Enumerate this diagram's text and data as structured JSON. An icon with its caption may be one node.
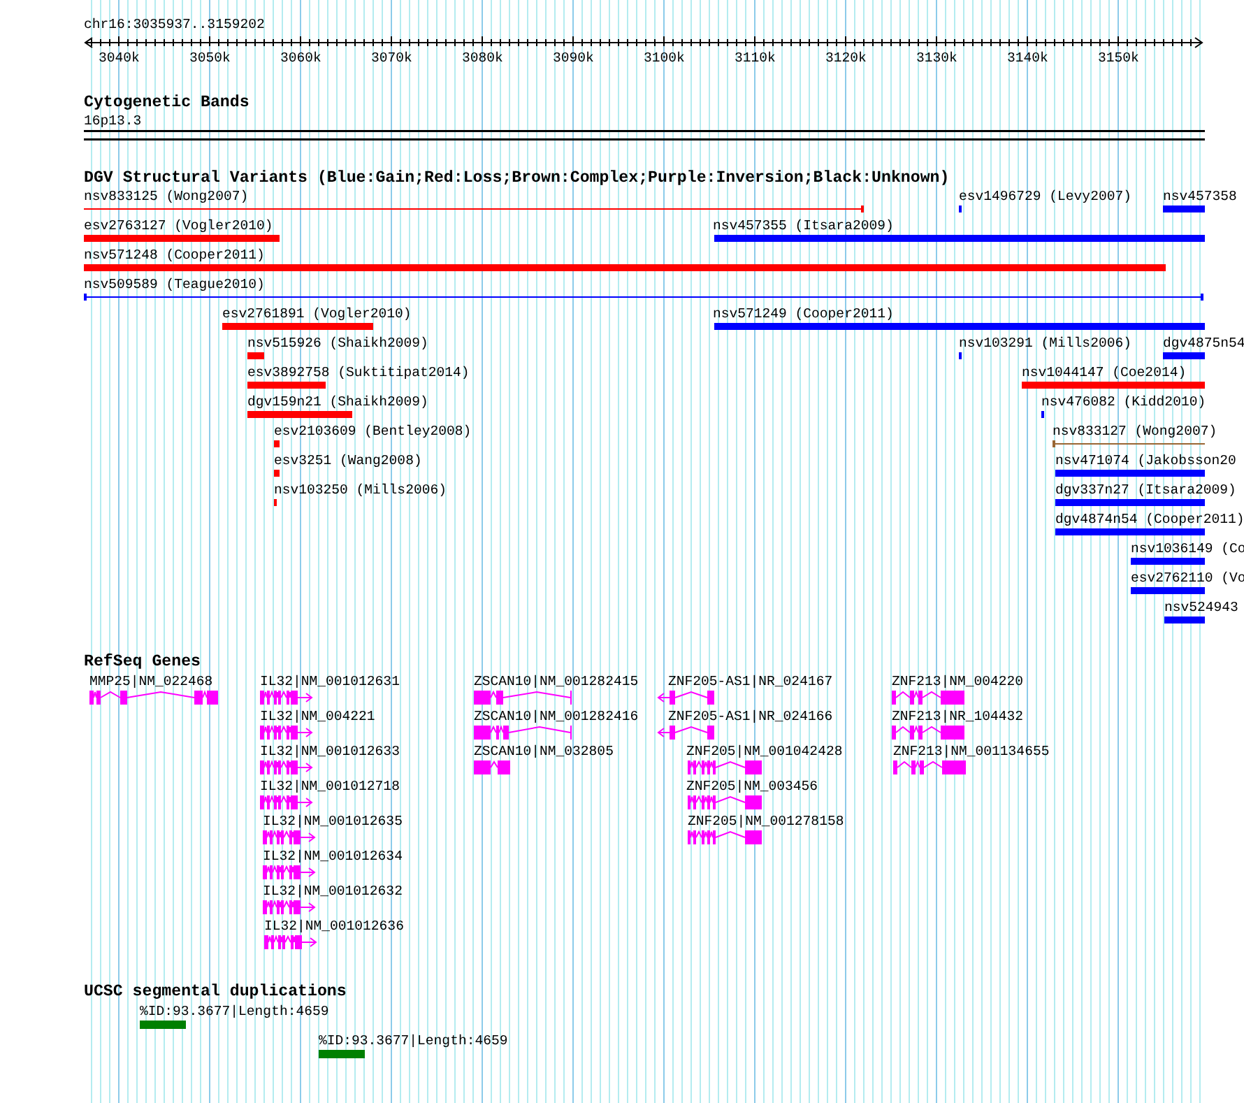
{
  "diagram": {
    "nodes": [
      {
        "text": [
          "Cytogenetic Bands",
          "16p13.3"
        ]
      },
      {
        "text": [
          "DGV Structural Variants (Blue:Gain;Red:Loss;Brown:Complex;Purple:Inversion;Black:Unknown)"
        ]
      },
      {
        "text": [
          "nsv833125 (Wong2007)"
        ],
        "in": 1
      },
      {
        "text": [
          "esv1496729 (Levy2007)"
        ],
        "in": 1
      },
      {
        "text": [
          "nsv457358"
        ],
        "in": 1
      },
      {
        "text": [
          "esv2763127 (Vogler2010)"
        ],
        "in": 1
      },
      {
        "text": [
          "nsv457355 (Itsara2009)"
        ],
        "in": 1
      },
      {
        "text": [
          "nsv571248 (Cooper2011)"
        ],
        "in": 1
      },
      {
        "text": [
          "nsv509589 (Teague2010)"
        ],
        "in": 1
      },
      {
        "text": [
          "esv2761891 (Vogler2010)"
        ],
        "in": 1
      },
      {
        "text": [
          "nsv571249 (Cooper2011)"
        ],
        "in": 1
      },
      {
        "text": [
          "nsv515926 (Shaikh2009)"
        ],
        "in": 1
      },
      {
        "text": [
          "nsv103291 (Mills2006)"
        ],
        "in": 1
      },
      {
        "text": [
          "dgv4875n54"
        ],
        "in": 1
      },
      {
        "text": [
          "esv3892758 (Suktitipat2014)"
        ],
        "in": 1
      },
      {
        "text": [
          "nsv1044147 (Coe2014)"
        ],
        "in": 1
      },
      {
        "text": [
          "dgv159n21 (Shaikh2009)"
        ],
        "in": 1
      },
      {
        "text": [
          "nsv476082 (Kidd2010)"
        ],
        "in": 1
      },
      {
        "text": [
          "esv2103609 (Bentley2008)"
        ],
        "in": 1
      },
      {
        "text": [
          "nsv833127 (Wong2007)"
        ],
        "in": 1
      },
      {
        "text": [
          "esv3251 (Wang2008)"
        ],
        "in": 1
      },
      {
        "text": [
          "nsv471074 (Jakobsson20"
        ],
        "in": 1
      },
      {
        "text": [
          "nsv103250 (Mills2006)"
        ],
        "in": 1
      },
      {
        "text": [
          "dgv337n27 (Itsara2009)"
        ],
        "in": 1
      },
      {
        "text": [
          "dgv4874n54 (Cooper2011)"
        ],
        "in": 1
      },
      {
        "text": [
          "nsv1036149 (Co"
        ],
        "in": 1
      },
      {
        "text": [
          "esv2762110 (Vo"
        ],
        "in": 1
      },
      {
        "text": [
          "nsv524943"
        ],
        "in": 1
      },
      {
        "text": [
          "RefSeq Genes"
        ]
      },
      {
        "text": [
          "MMP25|NM_022468"
        ],
        "in": 28
      },
      {
        "text": [
          "IL32|NM_001012631"
        ],
        "in": 28
      },
      {
        "text": [
          "ZSCAN10|NM_001282415"
        ],
        "in": 28
      },
      {
        "text": [
          "ZNF205-AS1|NR_024167"
        ],
        "in": 28
      },
      {
        "text": [
          "ZNF213|NM_004220"
        ],
        "in": 28
      },
      {
        "text": [
          "IL32|NM_004221"
        ],
        "in": 28
      },
      {
        "text": [
          "ZSCAN10|NM_001282416"
        ],
        "in": 28
      },
      {
        "text": [
          "ZNF205-AS1|NR_024166"
        ],
        "in": 28
      },
      {
        "text": [
          "ZNF213|NR_104432"
        ],
        "in": 28
      },
      {
        "text": [
          "IL32|NM_001012633"
        ],
        "in": 28
      },
      {
        "text": [
          "ZSCAN10|NM_032805"
        ],
        "in": 28
      },
      {
        "text": [
          "ZNF205|NM_001042428"
        ],
        "in": 28
      },
      {
        "text": [
          "ZNF213|NM_001134655"
        ],
        "in": 28
      },
      {
        "text": [
          "IL32|NM_001012718"
        ],
        "in": 28
      },
      {
        "text": [
          "ZNF205|NM_003456"
        ],
        "in": 28
      },
      {
        "text": [
          "IL32|NM_001012635"
        ],
        "in": 28
      },
      {
        "text": [
          "ZNF205|NM_001278158"
        ],
        "in": 28
      },
      {
        "text": [
          "IL32|NM_001012634"
        ],
        "in": 28
      },
      {
        "text": [
          "IL32|NM_001012632"
        ],
        "in": 28
      },
      {
        "text": [
          "IL32|NM_001012636"
        ],
        "in": 28
      },
      {
        "text": [
          "UCSC segmental duplications"
        ]
      },
      {
        "text": [
          "%ID:93.3677|Length:4659"
        ],
        "in": 49
      },
      {
        "text": [
          "%ID:93.3677|Length:4659"
        ],
        "in": 49
      }
    ],
    "labels": [
      "chr16:3035937..3159202",
      "3040k",
      "3050k",
      "3060k",
      "3070k",
      "3080k",
      "3090k",
      "3100k",
      "3110k",
      "3120k",
      "3130k",
      "3140k",
      "3150k"
    ]
  }
}
